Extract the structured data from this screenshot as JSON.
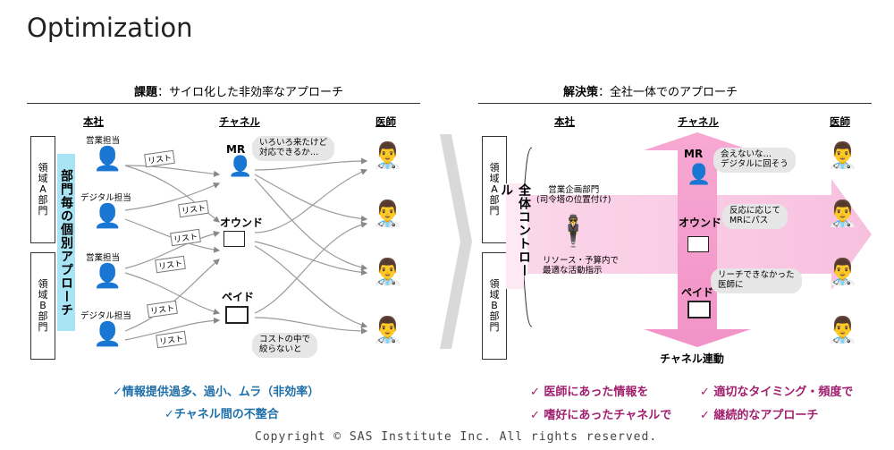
{
  "title": "Optimization",
  "left": {
    "title_bold": "課題",
    "title_rest": "：サイロ化した非効率なアプローチ",
    "head_hq": "本社",
    "head_channel": "チャネル",
    "head_doctor": "医師",
    "dept_a": [
      "領",
      "域",
      "A",
      "部",
      "門"
    ],
    "dept_b": [
      "領",
      "域",
      "B",
      "部",
      "門"
    ],
    "silo_label": "部門毎の個別アプローチ",
    "persons": [
      "営業担当",
      "デジタル担当",
      "営業担当",
      "デジタル担当"
    ],
    "list_tag": "リスト",
    "channels": [
      "MR",
      "オウンド",
      "ペイド"
    ],
    "cloud_top": [
      "いろいろ来たけど",
      "対応できるか…"
    ],
    "cloud_bottom": [
      "コストの中で",
      "絞らないと"
    ],
    "bottom_1": "✓情報提供過多、過小、ムラ（非効率）",
    "bottom_2": "✓チャネル間の不整合"
  },
  "right": {
    "title_bold": "解決策",
    "title_rest": "：全社一体でのアプローチ",
    "head_hq": "本社",
    "head_channel": "チャネル",
    "head_doctor": "医師",
    "dept_a": [
      "領",
      "域",
      "A",
      "部",
      "門"
    ],
    "dept_b": [
      "領",
      "域",
      "B",
      "部",
      "門"
    ],
    "control_label": "全体コントロール",
    "planning": [
      "営業企画部門",
      "(司令塔の位置付け)"
    ],
    "planning_sub": [
      "リソース・予算内で",
      "最適な活動指示"
    ],
    "channels": [
      "MR",
      "オウンド",
      "ペイド"
    ],
    "note_mr": [
      "会えないな…",
      "デジタルに回そう"
    ],
    "note_owned": [
      "反応に応じて",
      "MRにパス"
    ],
    "note_paid": [
      "リーチできなかった",
      "医師に"
    ],
    "channel_link": "チャネル連動",
    "check_1": "✓ 医師にあった情報を",
    "check_2": "✓ 嗜好にあったチャネルで",
    "check_3": "✓ 適切なタイミング・頻度で",
    "check_4": "✓ 継続的なアプローチ"
  },
  "copyright": "Copyright © SAS Institute Inc. All rights reserved.",
  "colors": {
    "silo_bg": "#a9e4f4",
    "pink": "#f7b6d9",
    "pink_dark": "#ec7fbe",
    "blue_text": "#1f6fa8",
    "magenta_text": "#a01f6e"
  }
}
